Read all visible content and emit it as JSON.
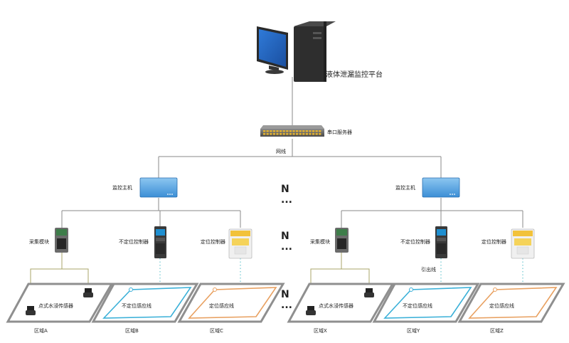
{
  "platform": {
    "label": "液体泄漏监控平台"
  },
  "serial_server": {
    "label": "串口服务器"
  },
  "network": {
    "label": "网线"
  },
  "n_marker": {
    "text": "N",
    "ellipsis": "..."
  },
  "hosts": [
    {
      "label": "监控主机"
    },
    {
      "label": "监控主机"
    }
  ],
  "devices": {
    "acquisition_module": "采集模块",
    "non_locating_controller": "不定位控制器",
    "locating_controller": "定位控制器"
  },
  "lead_wire": {
    "label": "引出线"
  },
  "zone_items": {
    "point_sensor": "点式水浸传感器",
    "non_locating_cable": "不定位感应线",
    "locating_cable": "定位感应线"
  },
  "zones": [
    "区域A",
    "区域B",
    "区域C",
    "区域X",
    "区域Y",
    "区域Z"
  ],
  "colors": {
    "monitor_screen": "#3a8de0",
    "non_locating_cable": "#3ab0d8",
    "locating_cable": "#e8a060",
    "plate_border": "#8f8f8f"
  }
}
